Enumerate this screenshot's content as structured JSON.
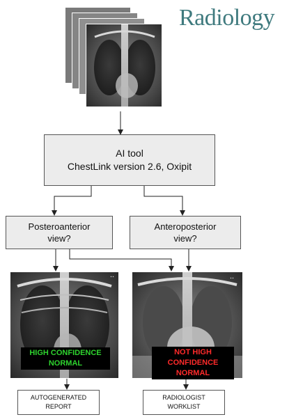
{
  "journal": {
    "name": "Radiology"
  },
  "flow": {
    "ai_tool": {
      "line1": "AI tool",
      "line2": "ChestLink version 2.6, Oxipit"
    },
    "q_pa": {
      "line1": "Posteroanterior",
      "line2": "view?"
    },
    "q_ap": {
      "line1": "Anteroposterior",
      "line2": "view?"
    },
    "result_left": {
      "line1": "HIGH CONFIDENCE",
      "line2": "NORMAL"
    },
    "result_right": {
      "line1": "NOT HIGH",
      "line2": "CONFIDENCE NORMAL"
    },
    "output_left": {
      "line1": "AUTOGENERATED",
      "line2": "REPORT"
    },
    "output_right": {
      "line1": "RADIOLOGIST",
      "line2": "WORKLIST"
    }
  },
  "colors": {
    "journal": "#3f7a7e",
    "high_confidence": "#2ed32e",
    "not_high_confidence": "#ff2a2a",
    "box_fill": "#ececec"
  }
}
